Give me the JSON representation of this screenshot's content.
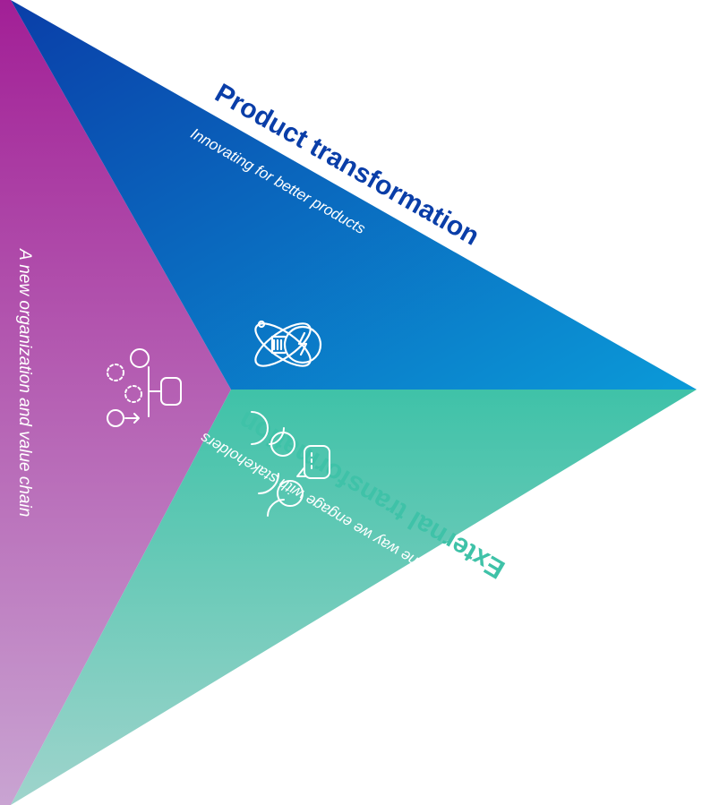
{
  "sections": {
    "product": {
      "title": "Product transformation",
      "subtitle": "Innovating for better products",
      "icon": "lightbulb-atom-icon",
      "color_top": "#0a3ea8",
      "color_bottom": "#0b9ad8",
      "title_color": "#0a3ea8"
    },
    "external": {
      "title": "External transformation",
      "subtitle": "Changing the way we engage with stakeholders",
      "icon": "people-chat-icon",
      "color_top": "#3fc2a8",
      "color_bottom": "#8fd2c8",
      "title_color": "#3fc2a8"
    },
    "organization": {
      "title": "A new organization and value chain",
      "icon": "org-flow-icon",
      "color_top": "#a21f96",
      "color_bottom": "#c9a4d2"
    }
  }
}
